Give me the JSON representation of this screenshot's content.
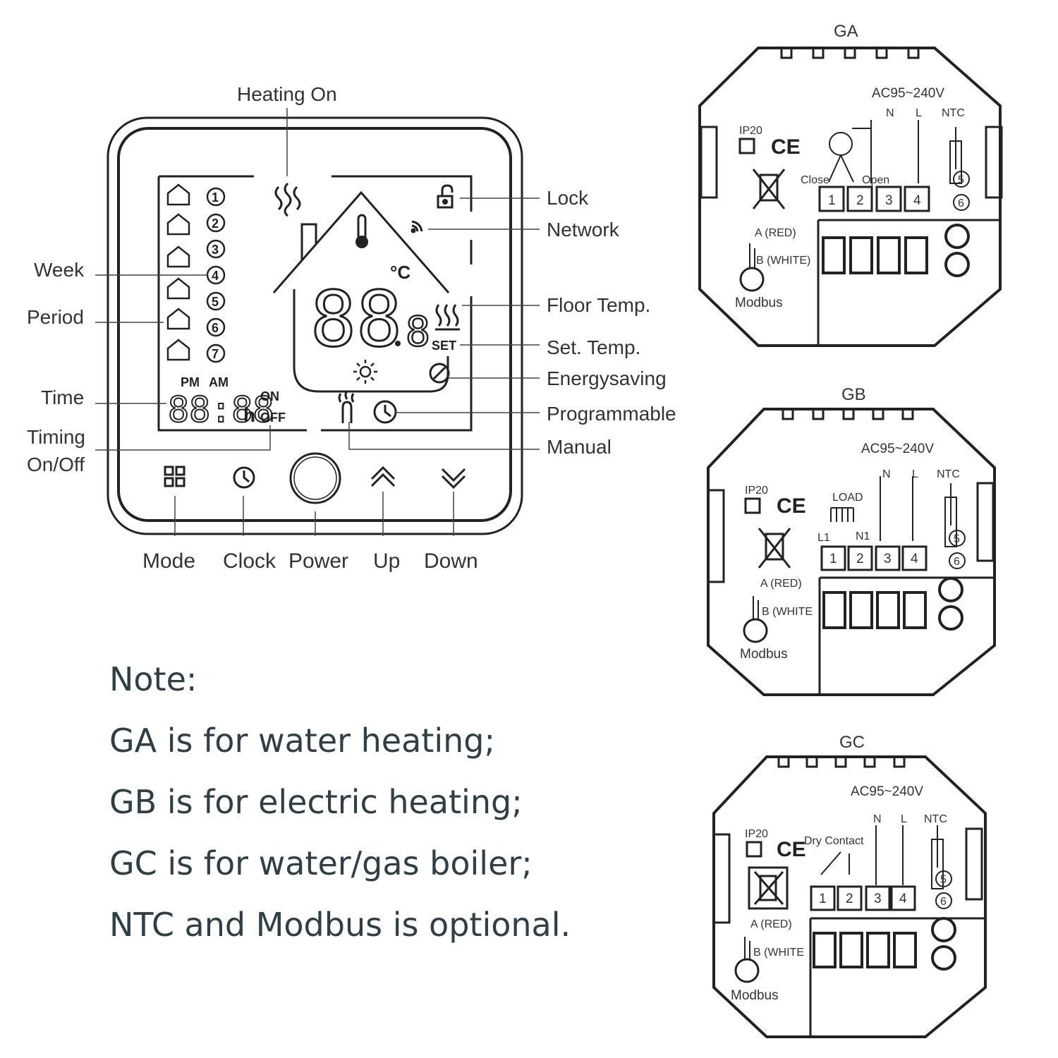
{
  "thermostat": {
    "callouts": {
      "heating_on": "Heating On",
      "lock": "Lock",
      "network": "Network",
      "week": "Week",
      "period": "Period",
      "floor_temp": "Floor Temp.",
      "set_temp": "Set. Temp.",
      "energysaving": "Energysaving",
      "programmable": "Programmable",
      "time": "Time",
      "timing_line1": "Timing",
      "timing_line2": "On/Off",
      "manual": "Manual"
    },
    "lcd": {
      "pm": "PM",
      "am": "AM",
      "on": "ON",
      "off": "OFF",
      "set": "SET",
      "unit": "°C",
      "hour_suffix": "h",
      "time_digits": "88:88",
      "temp_digits": "88",
      "temp_decimal": "8",
      "week_days": [
        "1",
        "2",
        "3",
        "4",
        "5",
        "6",
        "7"
      ]
    },
    "buttons": {
      "mode": "Mode",
      "clock": "Clock",
      "power": "Power",
      "up": "Up",
      "down": "Down"
    }
  },
  "wiring": [
    {
      "title": "GA",
      "voltage": "AC95~240V",
      "n": "N",
      "l": "L",
      "ntc": "NTC",
      "ip": "IP20",
      "ce": "CE",
      "extra_labels": [
        "Close",
        "Open"
      ],
      "terminals": [
        "1",
        "2",
        "3",
        "4"
      ],
      "ntc_terminals": [
        "5",
        "6"
      ],
      "a_red": "A (RED)",
      "b_white": "B (WHITE)",
      "modbus": "Modbus"
    },
    {
      "title": "GB",
      "voltage": "AC95~240V",
      "n": "N",
      "l": "L",
      "ntc": "NTC",
      "ip": "IP20",
      "ce": "CE",
      "extra_labels": [
        "LOAD",
        "L1",
        "N1"
      ],
      "terminals": [
        "1",
        "2",
        "3",
        "4"
      ],
      "ntc_terminals": [
        "5",
        "6"
      ],
      "a_red": "A (RED)",
      "b_white": "B (WHITE",
      "modbus": "Modbus"
    },
    {
      "title": "GC",
      "voltage": "AC95~240V",
      "n": "N",
      "l": "L",
      "ntc": "NTC",
      "ip": "IP20",
      "ce": "CE",
      "extra_labels": [
        "Dry Contact"
      ],
      "terminals": [
        "1",
        "2",
        "3",
        "4"
      ],
      "ntc_terminals": [
        "5",
        "6"
      ],
      "a_red": "A (RED)",
      "b_white": "B (WHITE",
      "modbus": "Modbus"
    }
  ],
  "notes": [
    "Note:",
    "GA is for water heating;",
    "GB is for electric heating;",
    "GC is for water/gas boiler;",
    "NTC and Modbus is optional."
  ]
}
